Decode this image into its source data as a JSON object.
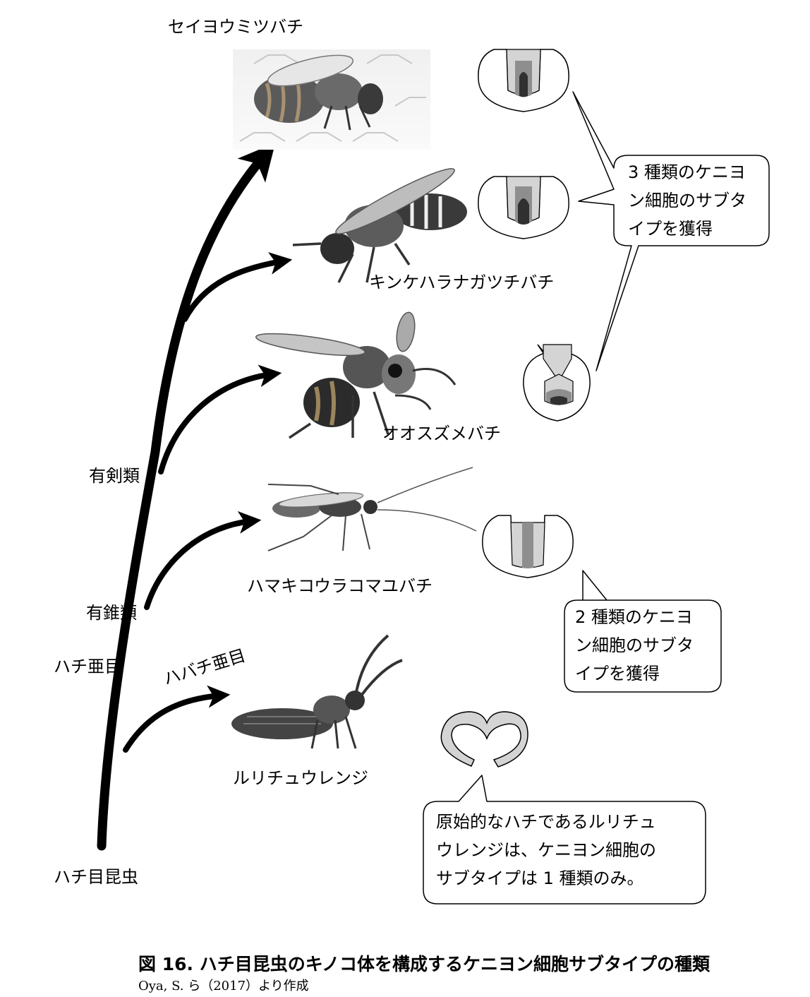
{
  "species": {
    "s1": "セイヨウミツバチ",
    "s2": "キンケハラナガツチバチ",
    "s3": "オオスズメバチ",
    "s4": "ハマキコウラコマユバチ",
    "s5": "ルリチュウレンジ"
  },
  "clades": {
    "yuken": "有剣類",
    "yusui": "有錐類",
    "hachi_amoku": "ハチ亜目",
    "habachi_amoku": "ハバチ亜目",
    "root": "ハチ目昆虫"
  },
  "callouts": {
    "three_types": [
      "3 種類のケニヨ",
      "ン細胞のサブタ",
      "イプを獲得"
    ],
    "two_types": [
      "2 種類のケニヨ",
      "ン細胞のサブタ",
      "イプを獲得"
    ],
    "one_type": [
      "原始的なハチであるルリチュ",
      "ウレンジは、ケニヨン細胞の",
      "サブタイプは 1 種類のみ。"
    ]
  },
  "caption": "図 16.  ハチ目昆虫のキノコ体を構成するケニヨン細胞サブタイプの種類",
  "source": "Oya, S. ら（2017）より作成"
}
